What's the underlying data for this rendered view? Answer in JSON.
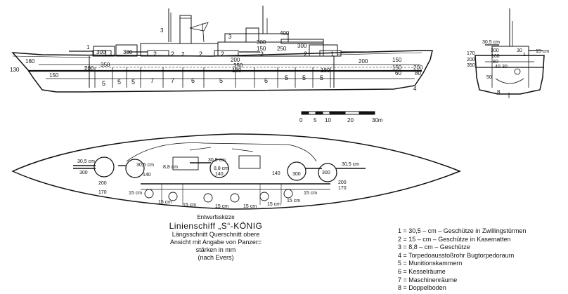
{
  "profile": {
    "labels_armor": [
      "180",
      "130",
      "200",
      "150",
      "300",
      "350",
      "300",
      "200",
      "350",
      "180",
      "200",
      "150",
      "200",
      "150",
      "60",
      "80",
      "300",
      "150",
      "250",
      "300",
      "400",
      "180"
    ],
    "labels_callouts": [
      "1",
      "3",
      "2",
      "3",
      "4"
    ],
    "compartments": [
      "5",
      "5",
      "5",
      "7",
      "7",
      "6",
      "5",
      "6",
      "5",
      "5",
      "5"
    ],
    "turret_markers": [
      "1",
      "2",
      "2",
      "2",
      "2",
      "2",
      "2",
      "1"
    ]
  },
  "section": {
    "labels": [
      "30,5 cm",
      "15 cm",
      "300",
      "160",
      "80",
      "40",
      "30",
      "170",
      "200",
      "350",
      "50",
      "8",
      "30",
      "1"
    ]
  },
  "scale": {
    "ticks": [
      "0",
      "5",
      "10",
      "20",
      "30m"
    ]
  },
  "plan": {
    "labels": [
      "30,5 cm",
      "30,5 cm",
      "30,5 cm",
      "30,5 cm",
      "8,8 cm",
      "8,8 cm",
      "300",
      "140",
      "140",
      "140",
      "300",
      "300",
      "200",
      "170",
      "200",
      "170",
      "15 cm",
      "15 cm",
      "15 cm",
      "15 cm",
      "15 cm",
      "15 cm",
      "15 cm",
      "15 cm"
    ]
  },
  "caption": {
    "line1": "Entwurfsskizze",
    "line2": "Linienschiff „S“-KÖNIG",
    "line3": "Längsschnitt Querschnitt obere",
    "line4": "Ansicht mit Angabe von Panzer=",
    "line5": "stärken in mm",
    "line6": "(nach Evers)"
  },
  "legend": [
    "1 = 30,5 – cm – Geschütze in Zwillingstürmen",
    "2 = 15 – cm – Geschütze in Kasematten",
    "3 = 8,8 – cm – Geschütze",
    "4 = Torpedoausstoßrohr Bugtorpedoraum",
    "5 = Munitionskammern",
    "6 = Kesselräume",
    "7 = Maschinenräume",
    "8 = Doppelboden"
  ]
}
